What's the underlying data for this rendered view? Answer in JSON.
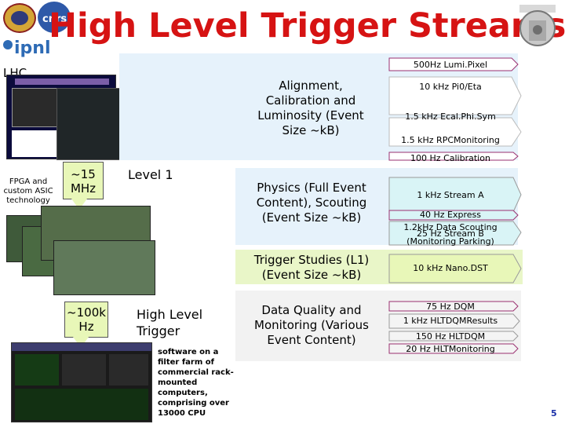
{
  "header": {
    "title": "High Level Trigger Streams",
    "logos": [
      "ipnl-logo",
      "cnrs-logo",
      "lyon-university-logo",
      "oviedo-university-logo"
    ]
  },
  "left": {
    "lhc_label": "LHC",
    "fpga_label": "FPGA and custom ASIC technology",
    "rate_15mhz": "~15 MHz",
    "level1_label": "Level 1",
    "rate_100khz": "~100k Hz",
    "hlt_label": "High Level Trigger",
    "hlt_description": "software on a filter farm of commercial rack-mounted computers, comprising over 13000 CPU"
  },
  "streams": [
    {
      "label": "Alignment, Calibration and Luminosity (Event Size ~kB)",
      "color": "#e6f2fb"
    },
    {
      "label": "Physics (Full Event Content), Scouting (Event Size ~kB)",
      "color": "#e6f2fb"
    },
    {
      "label": "Trigger Studies (L1) (Event Size ~kB)",
      "color": "#e9f6c8"
    },
    {
      "label": "Data Quality and Monitoring (Various Event Content)",
      "color": "#f2f2f2"
    }
  ],
  "outputs": {
    "alca": [
      "500Hz Lumi.Pixel",
      "10 kHz Pi0/Eta",
      "1.5 kHz Ecal.Phi.Sym",
      "1.5 kHz RPCMonitoring",
      "100 Hz Calibration"
    ],
    "physics": [
      "1 kHz Stream A",
      "40 Hz Express",
      "1.2kHz Data Scouting",
      "25 Hz Stream B",
      "(Monitoring Parking)"
    ],
    "trigger": [
      "10 kHz Nano.DST"
    ],
    "dqm": [
      "75 Hz DQM",
      "1 kHz HLTDQMResults",
      "150 Hz HLTDQM",
      "20 Hz HLTMonitoring"
    ]
  },
  "colors": {
    "title": "#d61313",
    "alca_arrow": "#ffffff",
    "physics_arrow": "#d9f4f6",
    "trigger_arrow": "#e8f7b8",
    "dqm_arrow": "#f4f4f4"
  },
  "page_number": "5"
}
